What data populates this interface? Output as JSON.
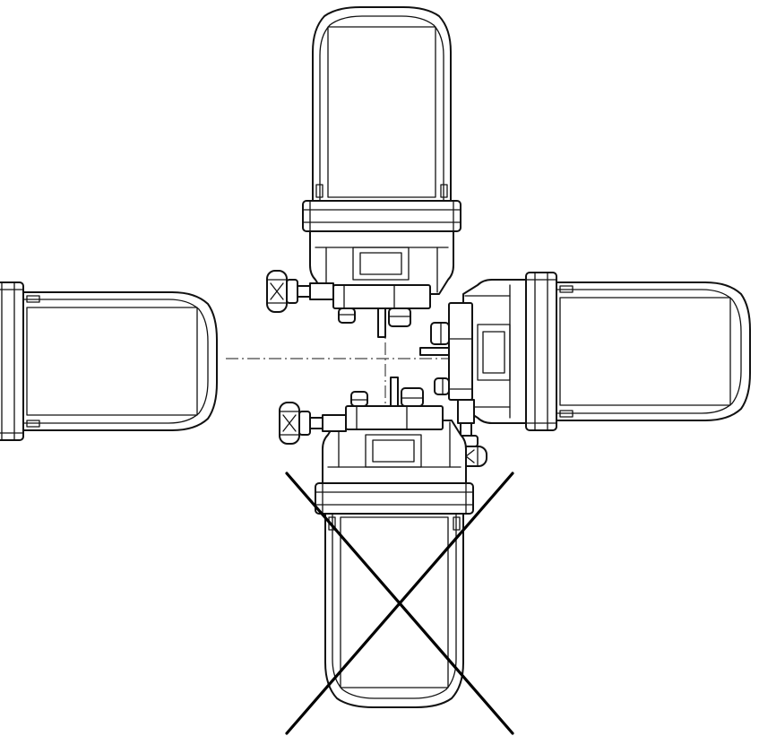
{
  "diagram": {
    "type": "mounting-orientation",
    "views": [
      {
        "orientation": "upright",
        "status": "allowed"
      },
      {
        "orientation": "rotated-left",
        "status": "allowed"
      },
      {
        "orientation": "rotated-right",
        "status": "allowed"
      },
      {
        "orientation": "inverted",
        "status": "not-allowed"
      }
    ],
    "colors": {
      "line": "#111111",
      "centerline": "#444444",
      "background": "#ffffff",
      "cross": "#000000"
    }
  }
}
